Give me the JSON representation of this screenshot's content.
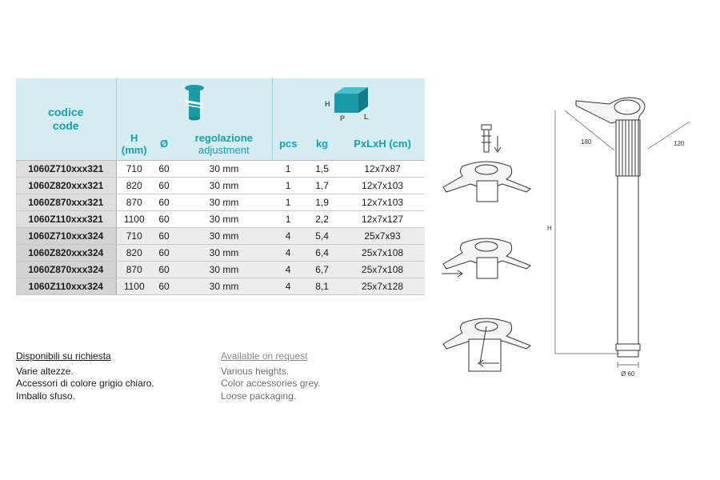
{
  "table": {
    "code_header_it": "codice",
    "code_header_en": "code",
    "box_icon_labels": {
      "h": "H",
      "p": "P",
      "l": "L"
    },
    "columns": [
      {
        "id": "h",
        "label": "H",
        "sub": "(mm)"
      },
      {
        "id": "diam",
        "label": "Ø",
        "sub": ""
      },
      {
        "id": "reg",
        "label": "regolazione",
        "sub": "adjustment"
      },
      {
        "id": "pcs",
        "label": "pcs",
        "sub": ""
      },
      {
        "id": "kg",
        "label": "kg",
        "sub": ""
      },
      {
        "id": "dims",
        "label": "PxLxH (cm)",
        "sub": ""
      }
    ],
    "rows": [
      {
        "code": "1060Z710xxx321",
        "h": "710",
        "diam": "60",
        "reg": "30 mm",
        "pcs": "1",
        "kg": "1,5",
        "dims": "12x7x87"
      },
      {
        "code": "1060Z820xxx321",
        "h": "820",
        "diam": "60",
        "reg": "30 mm",
        "pcs": "1",
        "kg": "1,7",
        "dims": "12x7x103"
      },
      {
        "code": "1060Z870xxx321",
        "h": "870",
        "diam": "60",
        "reg": "30 mm",
        "pcs": "1",
        "kg": "1,9",
        "dims": "12x7x103"
      },
      {
        "code": "1060Z110xxx321",
        "h": "1100",
        "diam": "60",
        "reg": "30 mm",
        "pcs": "1",
        "kg": "2,2",
        "dims": "12x7x127"
      },
      {
        "code": "1060Z710xxx324",
        "h": "710",
        "diam": "60",
        "reg": "30 mm",
        "pcs": "4",
        "kg": "5,4",
        "dims": "25x7x93"
      },
      {
        "code": "1060Z820xxx324",
        "h": "820",
        "diam": "60",
        "reg": "30 mm",
        "pcs": "4",
        "kg": "6,4",
        "dims": "25x7x108"
      },
      {
        "code": "1060Z870xxx324",
        "h": "870",
        "diam": "60",
        "reg": "30 mm",
        "pcs": "4",
        "kg": "6,7",
        "dims": "25x7x108"
      },
      {
        "code": "1060Z110xxx324",
        "h": "1100",
        "diam": "60",
        "reg": "30 mm",
        "pcs": "4",
        "kg": "8,1",
        "dims": "25x7x128"
      }
    ]
  },
  "notes_it": {
    "title": "Disponibili su richiesta",
    "lines": [
      "Varie altezze.",
      "Accessori di colore grigio chiaro.",
      "Imballo sfuso."
    ]
  },
  "notes_en": {
    "title": "Available on request",
    "lines": [
      "Various heights.",
      "Color accessories grey.",
      "Loose packaging."
    ]
  },
  "drawing": {
    "dim_plate_left": "180",
    "dim_plate_right": "120",
    "dim_height": "H",
    "dim_diameter": "Ø 60"
  },
  "colors": {
    "header_bg": "#d5ecf0",
    "accent": "#14a0ad",
    "icon_teal": "#1b9aa8"
  }
}
